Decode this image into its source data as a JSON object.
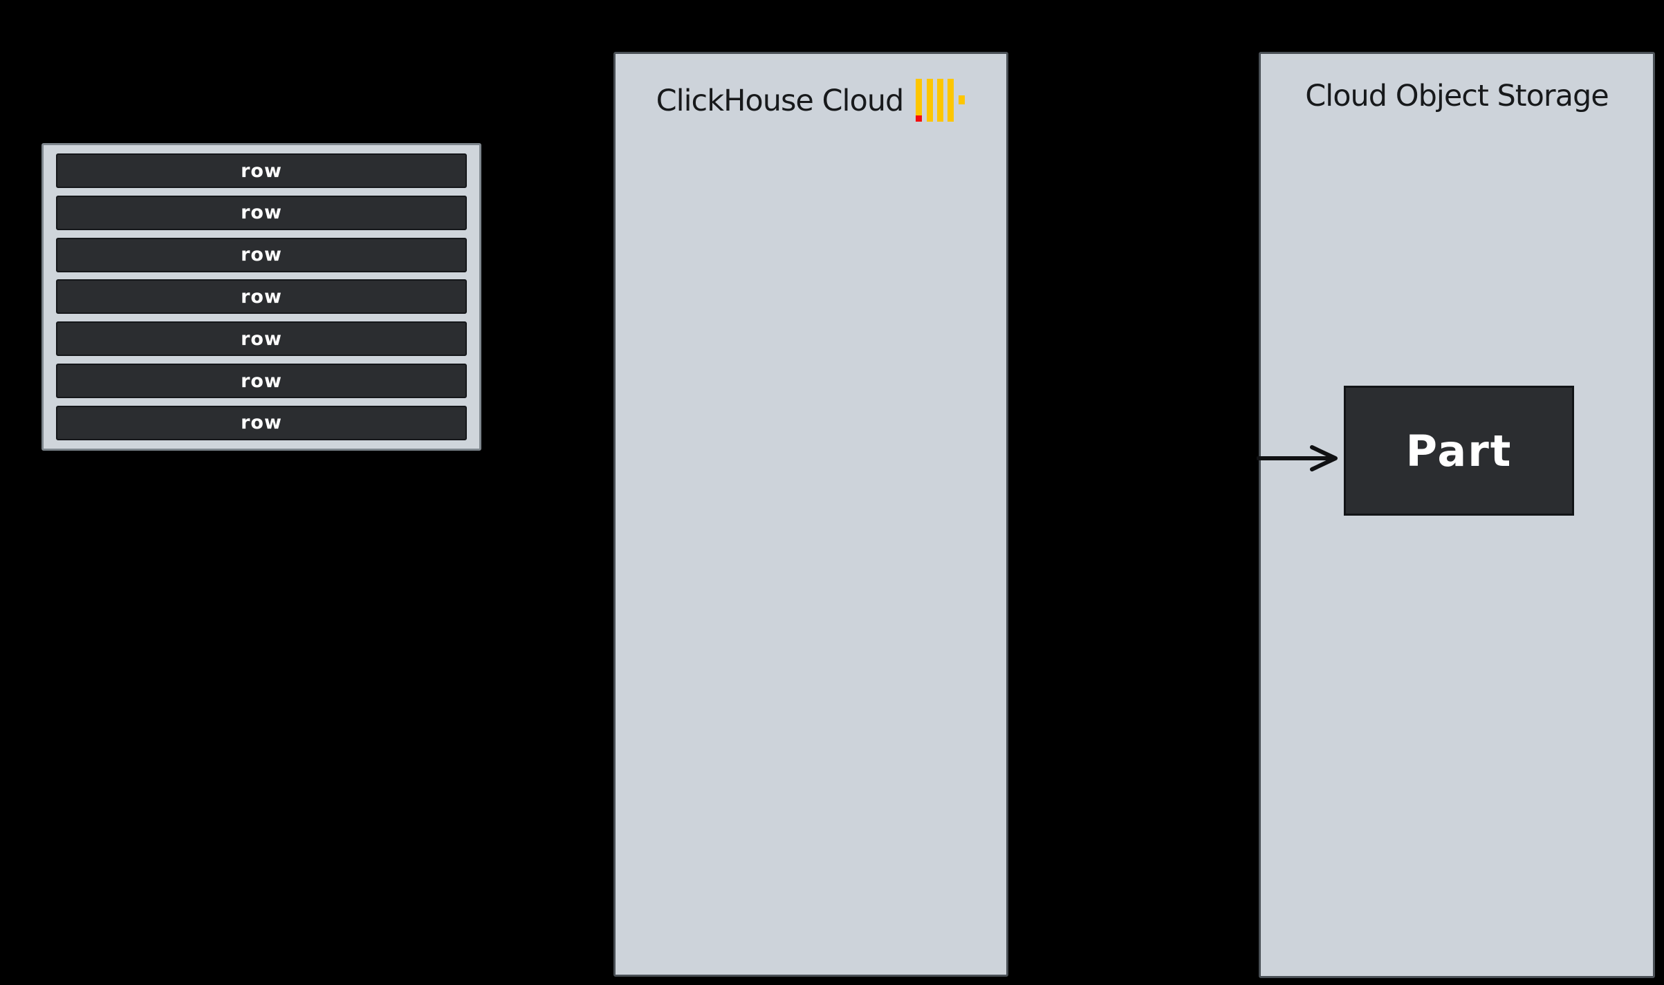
{
  "colors": {
    "background": "#000000",
    "panel_fill": "#cdd3da",
    "panel_border": "#4a5056",
    "table_fill": "#cfd5db",
    "table_border": "#7e868d",
    "row_fill": "#2b2d30",
    "row_border": "#15171a",
    "part_fill": "#2b2d30",
    "part_border": "#121417",
    "text_dark": "#17191b",
    "text_light": "#ffffff",
    "logo_yellow": "#fdc600",
    "logo_red": "#f40d0d",
    "arrow": "#101113"
  },
  "rows_table": {
    "rows": [
      "row",
      "row",
      "row",
      "row",
      "row",
      "row",
      "row"
    ]
  },
  "panels": {
    "clickhouse_cloud": {
      "title": "ClickHouse Cloud",
      "logo": "clickhouse-logo"
    },
    "object_storage": {
      "title": "Cloud Object Storage",
      "part_label": "Part"
    }
  }
}
